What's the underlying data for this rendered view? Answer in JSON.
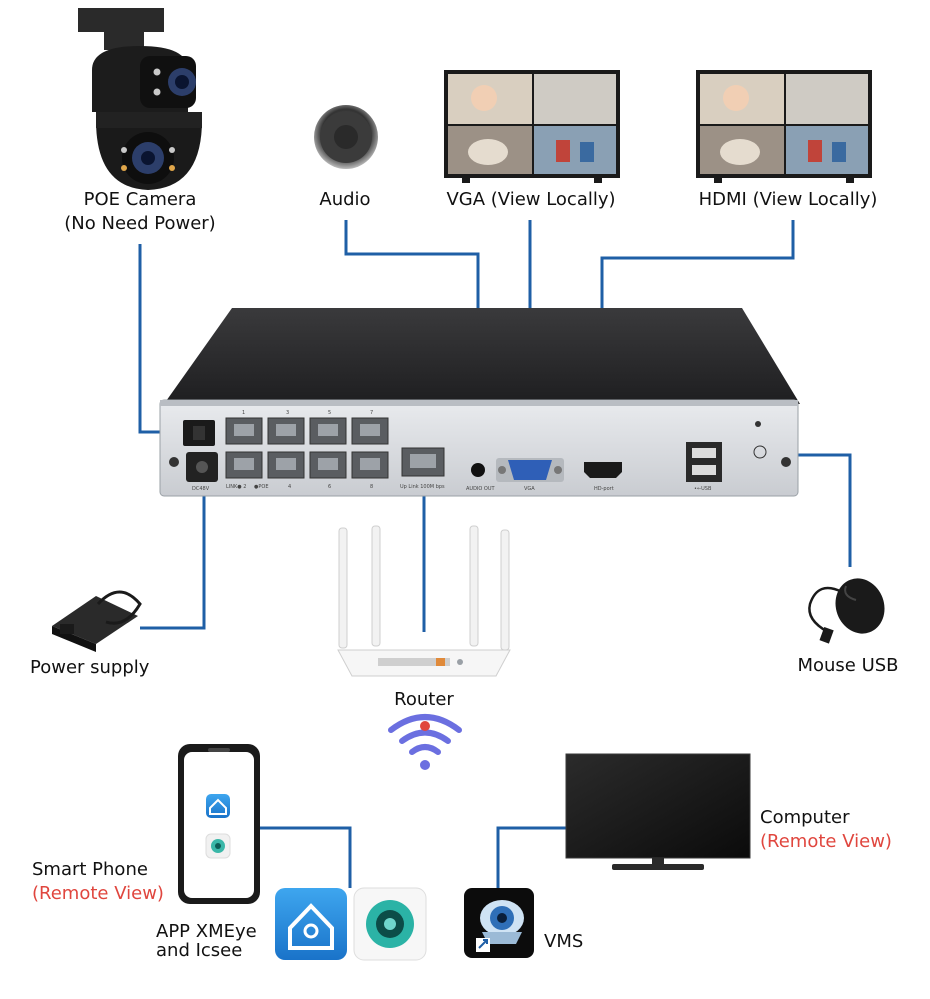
{
  "labels": {
    "poe_camera": [
      "POE Camera",
      "(No Need Power)"
    ],
    "audio": "Audio",
    "vga": "VGA (View Locally)",
    "hdmi": "HDMI (View Locally)",
    "power_supply": "Power supply",
    "router": "Router",
    "mouse_usb": "Mouse USB",
    "smart_phone": "Smart Phone",
    "smart_phone_sub": "(Remote View)",
    "app": [
      "APP XMEye",
      "and Icsee"
    ],
    "computer": "Computer",
    "computer_sub": "(Remote View)",
    "vms": "VMS"
  },
  "nvr_panel_text": {
    "ports_top": [
      "1",
      "3",
      "5",
      "7"
    ],
    "ports_bottom": [
      "LINK● 2",
      "●POE",
      "4",
      "6",
      "8"
    ],
    "dc": "DC48V",
    "uplink": "Up Link 100M bps",
    "audio_out": "AUDIO OUT",
    "vga_port": "VGA",
    "hd_port": "HD-port",
    "usb": "•←USB"
  },
  "colors": {
    "line": "#1f5fa6",
    "accent_red": "#e0463e",
    "app_blue": "#2a8fdc",
    "wifi": "#6b6fe0"
  }
}
